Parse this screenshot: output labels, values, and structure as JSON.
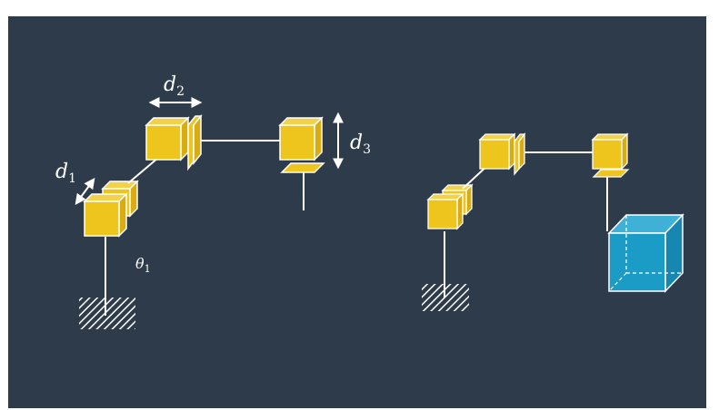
{
  "colors": {
    "background": "#2e3b4a",
    "joint": "#eec51c",
    "joint_dark": "#d9ad10",
    "outline": "#ffffff",
    "object": "#1a9cc6"
  },
  "left_robot": {
    "labels": {
      "d1": {
        "var": "d",
        "sub": "1"
      },
      "d2": {
        "var": "d",
        "sub": "2"
      },
      "d3": {
        "var": "d",
        "sub": "3"
      },
      "theta1": {
        "var": "θ",
        "sub": "1"
      }
    }
  },
  "right_robot": {
    "target_object": "cube"
  }
}
